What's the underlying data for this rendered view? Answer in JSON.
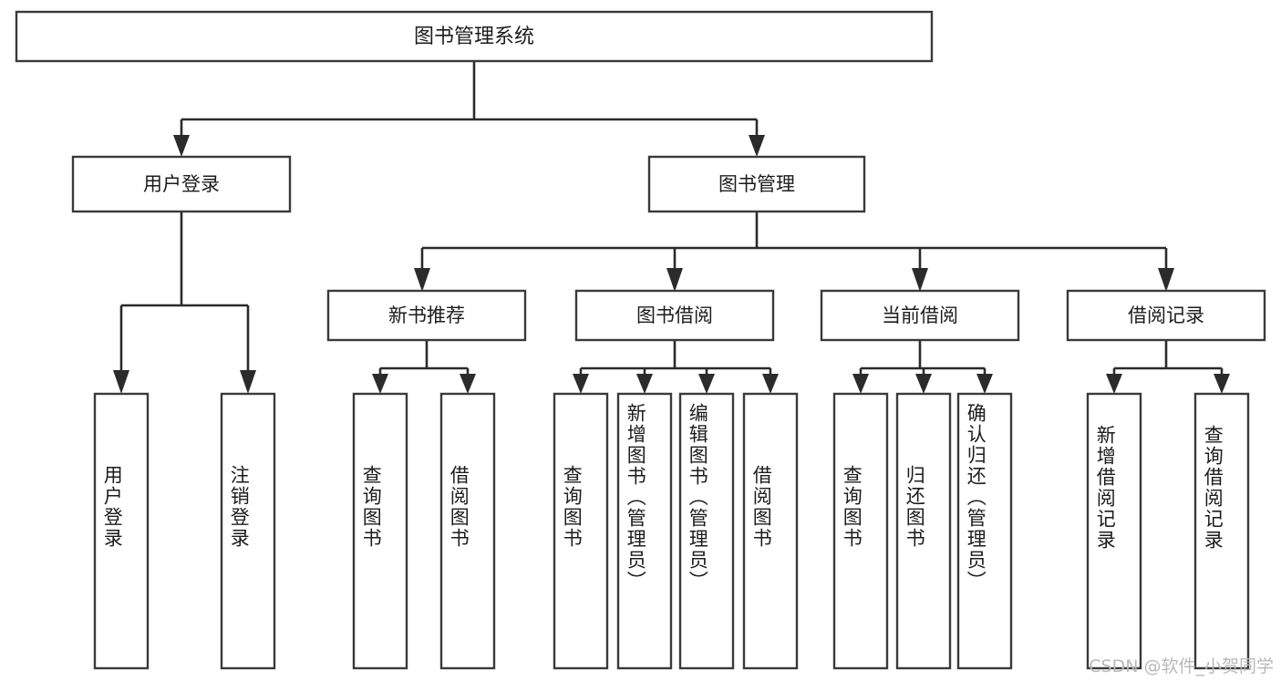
{
  "diagram": {
    "title": "图书管理系统",
    "type": "tree-hierarchy-chart",
    "background_color": "#ffffff",
    "box_stroke_color": "#3a3a3a",
    "connector_color": "#2b2b2b",
    "text_color": "#1c1c1c"
  },
  "root": {
    "label": "图书管理系统"
  },
  "level2": {
    "user_login": {
      "label": "用户登录"
    },
    "book_manage": {
      "label": "图书管理"
    }
  },
  "level3": {
    "new_book_rec": {
      "label": "新书推荐"
    },
    "book_borrow": {
      "label": "图书借阅"
    },
    "current_borrow": {
      "label": "当前借阅"
    },
    "borrow_record": {
      "label": "借阅记录"
    }
  },
  "leaves": {
    "user_login": [
      {
        "label": "用户登录"
      },
      {
        "label": "注销登录"
      }
    ],
    "new_book_rec": [
      {
        "label": "查询图书"
      },
      {
        "label": "借阅图书"
      }
    ],
    "book_borrow": [
      {
        "label": "查询图书"
      },
      {
        "label": "新增图书（管理员）"
      },
      {
        "label": "编辑图书（管理员）"
      },
      {
        "label": "借阅图书"
      }
    ],
    "current_borrow": [
      {
        "label": "查询图书"
      },
      {
        "label": "归还图书"
      },
      {
        "label": "确认归还（管理员）"
      }
    ],
    "borrow_record": [
      {
        "label": "新增借阅记录"
      },
      {
        "label": "查询借阅记录"
      }
    ]
  },
  "watermark": {
    "text": "CSDN @软件_小贺同学"
  }
}
